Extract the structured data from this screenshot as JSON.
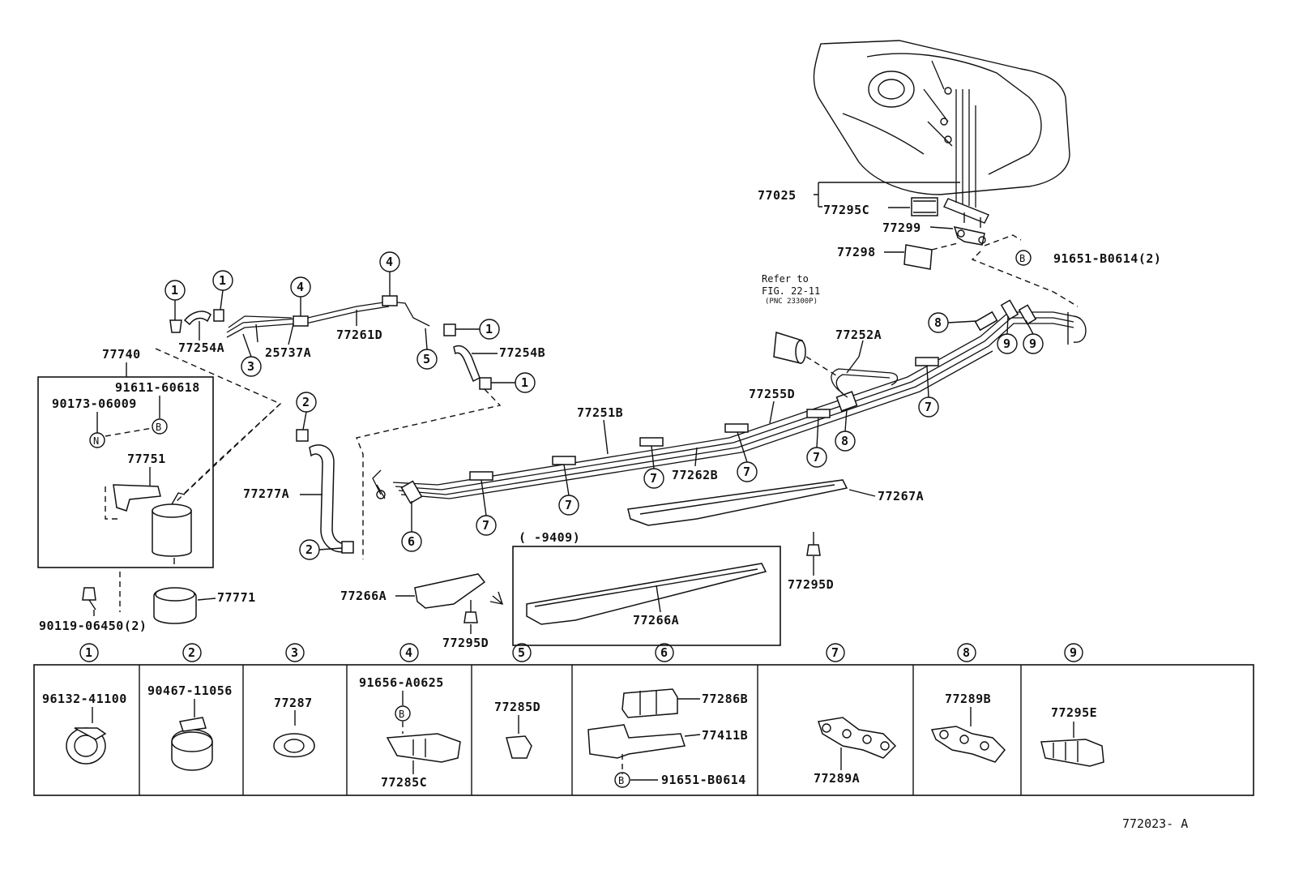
{
  "figure_id": "772023- A",
  "callouts": {
    "c1a": "1",
    "c1b": "1",
    "c1c": "1",
    "c1d": "1",
    "c2a": "2",
    "c2b": "2",
    "c3": "3",
    "c4a": "4",
    "c4b": "4",
    "c5": "5",
    "c6": "6",
    "c7a": "7",
    "c7b": "7",
    "c7c": "7",
    "c7d": "7",
    "c7e": "7",
    "c7f": "7",
    "c8a": "8",
    "c8b": "8",
    "c9a": "9",
    "c9b": "9",
    "markB1": "B",
    "markB2": "B",
    "markB3": "B",
    "markB4": "B",
    "markN": "N"
  },
  "parts": {
    "p77025": "77025",
    "p77295C": "77295C",
    "p77299": "77299",
    "p77298": "77298",
    "p91651B0614_2": "91651-B0614(2)",
    "refer1": "Refer to",
    "refer2": "FIG. 22-11",
    "refer3": "(PNC 23300P)",
    "p77252A": "77252A",
    "p77255D": "77255D",
    "p77251B": "77251B",
    "p77262B": "77262B",
    "p77267A": "77267A",
    "p77295D_a": "77295D",
    "p77295D_b": "77295D",
    "p77266A_a": "77266A",
    "p77266A_b": "77266A",
    "date_range": "(      -9409)",
    "p77740": "77740",
    "p91611": "91611-60618",
    "p90173": "90173-06009",
    "p77751": "77751",
    "p77771": "77771",
    "p90119": "90119-06450(2)",
    "p77254A": "77254A",
    "p25737A": "25737A",
    "p77261D": "77261D",
    "p77254B": "77254B",
    "p77277A": "77277A"
  },
  "legend": {
    "headers": [
      "1",
      "2",
      "3",
      "4",
      "5",
      "6",
      "7",
      "8",
      "9"
    ],
    "cell1": "96132-41100",
    "cell2": "90467-11056",
    "cell3": "77287",
    "cell4a": "91656-A0625",
    "cell4b": "77285C",
    "cell5": "77285D",
    "cell6a": "77286B",
    "cell6b": "77411B",
    "cell6c": "91651-B0614",
    "cell7": "77289A",
    "cell8": "77289B",
    "cell9": "77295E"
  }
}
